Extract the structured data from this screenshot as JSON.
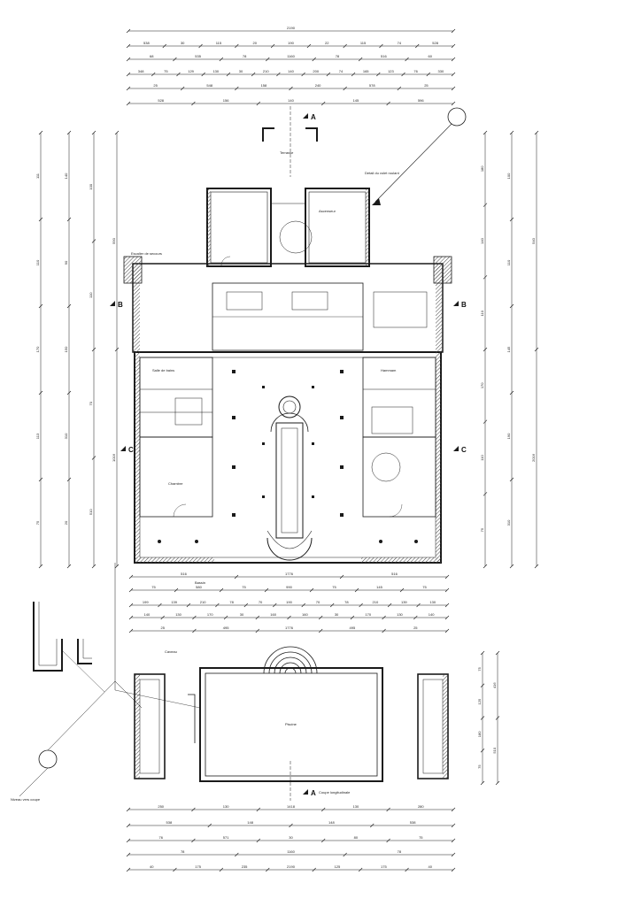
{
  "top_dimensions": [
    {
      "labels": [
        "2190"
      ]
    },
    {
      "labels": [
        "538",
        "30",
        "115",
        "20",
        "190",
        "22",
        "115",
        "74",
        "528"
      ]
    },
    {
      "labels": [
        "68",
        "535",
        "78",
        "1160",
        "78",
        "516",
        "60"
      ]
    },
    {
      "labels": [
        "348",
        "75",
        "129",
        "130",
        "30",
        "210",
        "140",
        "200",
        "74",
        "165",
        "123",
        "76",
        "330"
      ]
    },
    {
      "labels": [
        "25",
        "548",
        "158",
        "240",
        "578",
        "25"
      ]
    },
    {
      "labels": [
        "528",
        "156",
        "140",
        "145",
        "596"
      ]
    }
  ],
  "mid_dimensions": [
    {
      "labels": [
        "516",
        "1776",
        "516"
      ]
    },
    {
      "labels": [
        "75",
        "580",
        "75",
        "990",
        "75",
        "145",
        "75"
      ]
    },
    {
      "labels": [
        "199",
        "139",
        "210",
        "78",
        "70",
        "190",
        "70",
        "78",
        "210",
        "139",
        "130"
      ]
    },
    {
      "labels": [
        "140",
        "130",
        "170",
        "30",
        "160",
        "160",
        "30",
        "170",
        "130",
        "140"
      ]
    },
    {
      "labels": [
        "25",
        "495",
        "1776",
        "495",
        "25"
      ]
    }
  ],
  "bottom_dimensions": [
    {
      "labels": [
        "250",
        "130",
        "1418",
        "130",
        "280"
      ]
    },
    {
      "labels": [
        "538",
        "148",
        "148",
        "538"
      ]
    },
    {
      "labels": [
        "76",
        "571",
        "30",
        "80",
        "75"
      ]
    },
    {
      "labels": [
        "78",
        "1160",
        "78"
      ]
    },
    {
      "labels": [
        "40",
        "175",
        "235",
        "2190",
        "125",
        "175",
        "40"
      ]
    }
  ],
  "left_dimensions": [
    {
      "labels": [
        "111",
        "110",
        "170",
        "113",
        "75"
      ]
    },
    {
      "labels": [
        "140",
        "90",
        "150",
        "310",
        "20"
      ]
    },
    {
      "labels": [
        "100",
        "110",
        "70",
        "510"
      ]
    },
    {
      "labels": [
        "590",
        "1016"
      ]
    }
  ],
  "right_dimensions": [
    {
      "labels": [
        "180",
        "140",
        "110",
        "170",
        "110",
        "75"
      ]
    },
    {
      "labels": [
        "100",
        "110",
        "145",
        "190",
        "310"
      ]
    },
    {
      "labels": [
        "540",
        "2016"
      ]
    }
  ],
  "right_pool_dimensions": [
    {
      "labels": [
        "75",
        "125",
        "180",
        "75"
      ]
    },
    {
      "labels": [
        "416",
        "510"
      ]
    }
  ],
  "section_markers": [
    "A",
    "A",
    "B",
    "B",
    "C",
    "C"
  ],
  "room_labels": [
    "Terrasse",
    "Caveau",
    "Bassin",
    "Ascenseur",
    "Salle de bains",
    "Chambre",
    "Hammam",
    "Piscine"
  ],
  "annotations": [
    "Detail du volet roulant",
    "Escalier de secours",
    "Niveau vers coupe",
    "Coupe longitudinale"
  ],
  "colors": {
    "ink": "#1a1a1a",
    "wall_hatch": "#555555",
    "paper": "#ffffff"
  }
}
